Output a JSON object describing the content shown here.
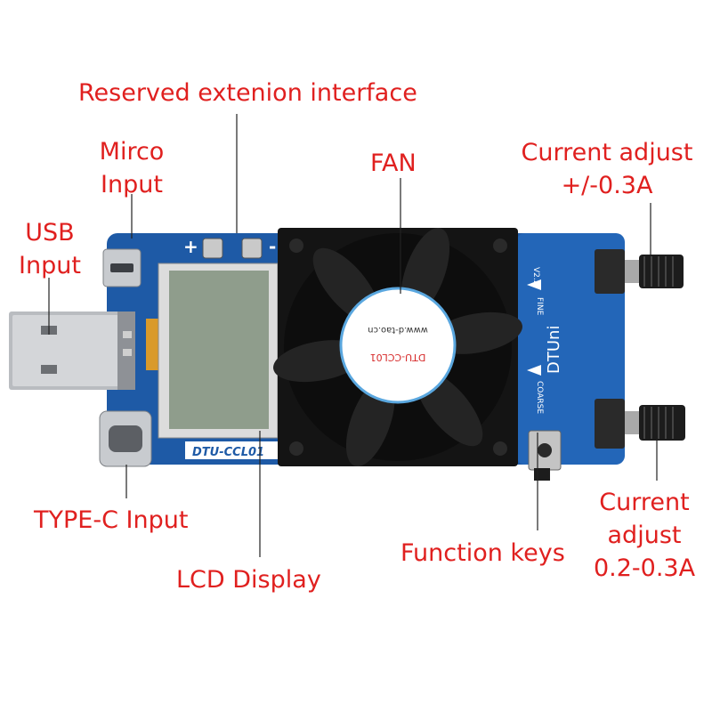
{
  "labels": {
    "reserved": "Reserved extenion interface",
    "micro_line1": "Mirco",
    "micro_line2": "Input",
    "usb_line1": "USB",
    "usb_line2": "Input",
    "fan": "FAN",
    "cur03_line1": "Current adjust",
    "cur03_line2": "+/-0.3A",
    "typec": "TYPE-C Input",
    "lcd": "LCD Display",
    "keys": "Function keys",
    "cur02_line1": "Current",
    "cur02_line2": "adjust",
    "cur02_line3": "0.2-0.3A"
  },
  "board": {
    "model": "DTU-CCL01",
    "brand": "DTUni",
    "version": "V2.2",
    "fine": "FINE",
    "coarse": "COARSE",
    "plus": "+",
    "minus": "-",
    "sticker_line1": "DTU-CCL01",
    "sticker_line2": "www.d-tao.cn"
  },
  "colors": {
    "label_red": "#e0201f",
    "pcb_blue": "#1e5aa6"
  }
}
